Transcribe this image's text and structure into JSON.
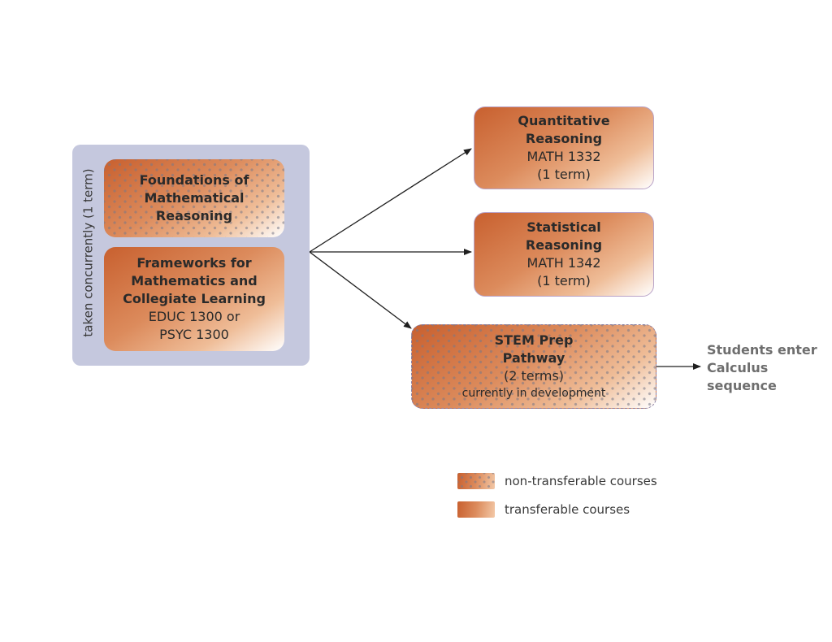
{
  "concurrent_group": {
    "label": "taken concurrently (1 term)",
    "courses": [
      {
        "title_lines": [
          "Foundations of",
          "Mathematical",
          "Reasoning"
        ],
        "code_lines": [],
        "transferable": false
      },
      {
        "title_lines": [
          "Frameworks for",
          "Mathematics and",
          "Collegiate Learning"
        ],
        "code_lines": [
          "EDUC 1300 or",
          "PSYC 1300"
        ],
        "transferable": true
      }
    ]
  },
  "pathways": [
    {
      "title_lines": [
        "Quantitative",
        "Reasoning"
      ],
      "code": "MATH 1332",
      "duration": "(1 term)",
      "transferable": true
    },
    {
      "title_lines": [
        "Statistical",
        "Reasoning"
      ],
      "code": "MATH 1342",
      "duration": "(1 term)",
      "transferable": true
    },
    {
      "title_lines": [
        "STEM Prep",
        "Pathway"
      ],
      "duration": "(2 terms)",
      "note": "currently in development",
      "transferable": false
    }
  ],
  "outcome": {
    "lines": [
      "Students enter",
      "Calculus",
      "sequence"
    ]
  },
  "legend": [
    {
      "label": "non-transferable courses",
      "pattern": "dotted"
    },
    {
      "label": "transferable courses",
      "pattern": "solid"
    }
  ],
  "colors": {
    "group_background": "#c5c8de",
    "box_gradient_start": "#c8602f",
    "box_gradient_end": "#ffffff",
    "outcome_text": "#6e6e6e"
  }
}
